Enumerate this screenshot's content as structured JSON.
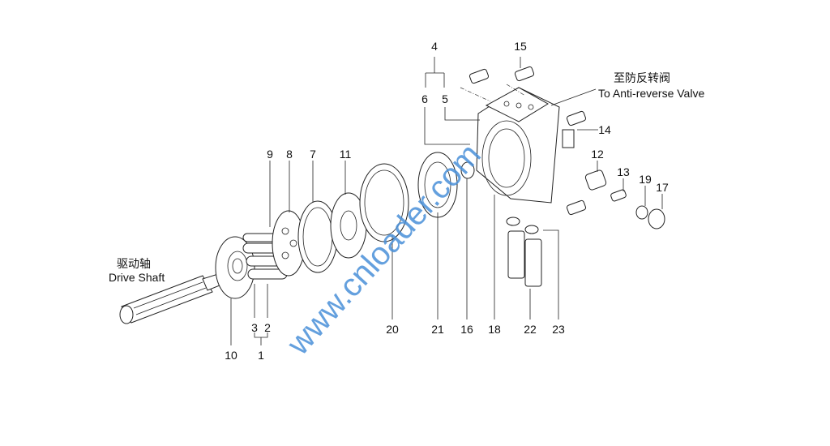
{
  "title": "Travel motor exploded parts diagram",
  "watermark": "www.cnloader.com",
  "captions": {
    "drive_shaft_cn": "驱动轴",
    "drive_shaft_en": "Drive Shaft",
    "valve_cn": "至防反转阀",
    "valve_en": "To Anti-reverse Valve"
  },
  "part_labels": {
    "p1": "1",
    "p2": "2",
    "p3": "3",
    "p4": "4",
    "p5": "5",
    "p6": "6",
    "p7": "7",
    "p8": "8",
    "p9": "9",
    "p10": "10",
    "p11": "11",
    "p12": "12",
    "p13": "13",
    "p14": "14",
    "p15": "15",
    "p16": "16",
    "p17": "17",
    "p18": "18",
    "p19": "19",
    "p20": "20",
    "p21": "21",
    "p22": "22",
    "p23": "23"
  }
}
